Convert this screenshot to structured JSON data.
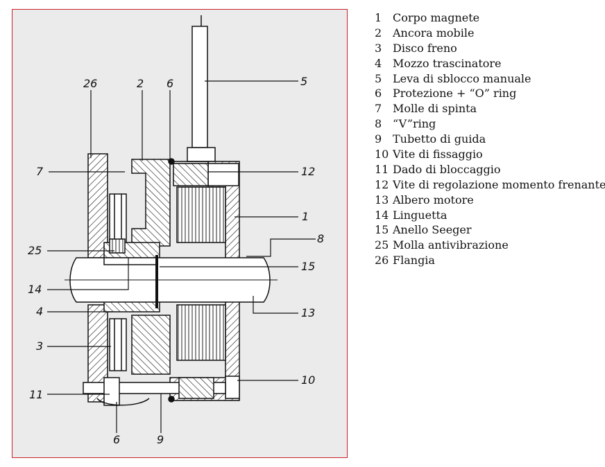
{
  "callouts": {
    "c26": "26",
    "c2": "2",
    "c6_top": "6",
    "c5": "5",
    "c7": "7",
    "c12": "12",
    "c1": "1",
    "c8": "8",
    "c25": "25",
    "c15": "15",
    "c14": "14",
    "c4": "4",
    "c13": "13",
    "c3": "3",
    "c10": "10",
    "c11": "11",
    "c6_bottom": "6",
    "c9": "9"
  },
  "legend": [
    {
      "num": "1",
      "label": "Corpo magnete"
    },
    {
      "num": "2",
      "label": "Ancora mobile"
    },
    {
      "num": "3",
      "label": "Disco freno"
    },
    {
      "num": "4",
      "label": "Mozzo trascinatore"
    },
    {
      "num": "5",
      "label": "Leva di sblocco manuale"
    },
    {
      "num": "6",
      "label": "Protezione + “O” ring"
    },
    {
      "num": "7",
      "label": "Molle di spinta"
    },
    {
      "num": "8",
      "label": "“V”ring"
    },
    {
      "num": "9",
      "label": "Tubetto di guida"
    },
    {
      "num": "10",
      "label": "Vite di fissaggio"
    },
    {
      "num": "11",
      "label": "Dado di bloccaggio"
    },
    {
      "num": "12",
      "label": "Vite di regolazione momento frenante"
    },
    {
      "num": "13",
      "label": "Albero motore"
    },
    {
      "num": "14",
      "label": "Linguetta"
    },
    {
      "num": "15",
      "label": "Anello Seeger"
    },
    {
      "num": "25",
      "label": "Molla antivibrazione"
    },
    {
      "num": "26",
      "label": "Flangia"
    }
  ],
  "colors": {
    "frame": "#c8202a",
    "background": "#ebebeb",
    "ink": "#111111"
  }
}
